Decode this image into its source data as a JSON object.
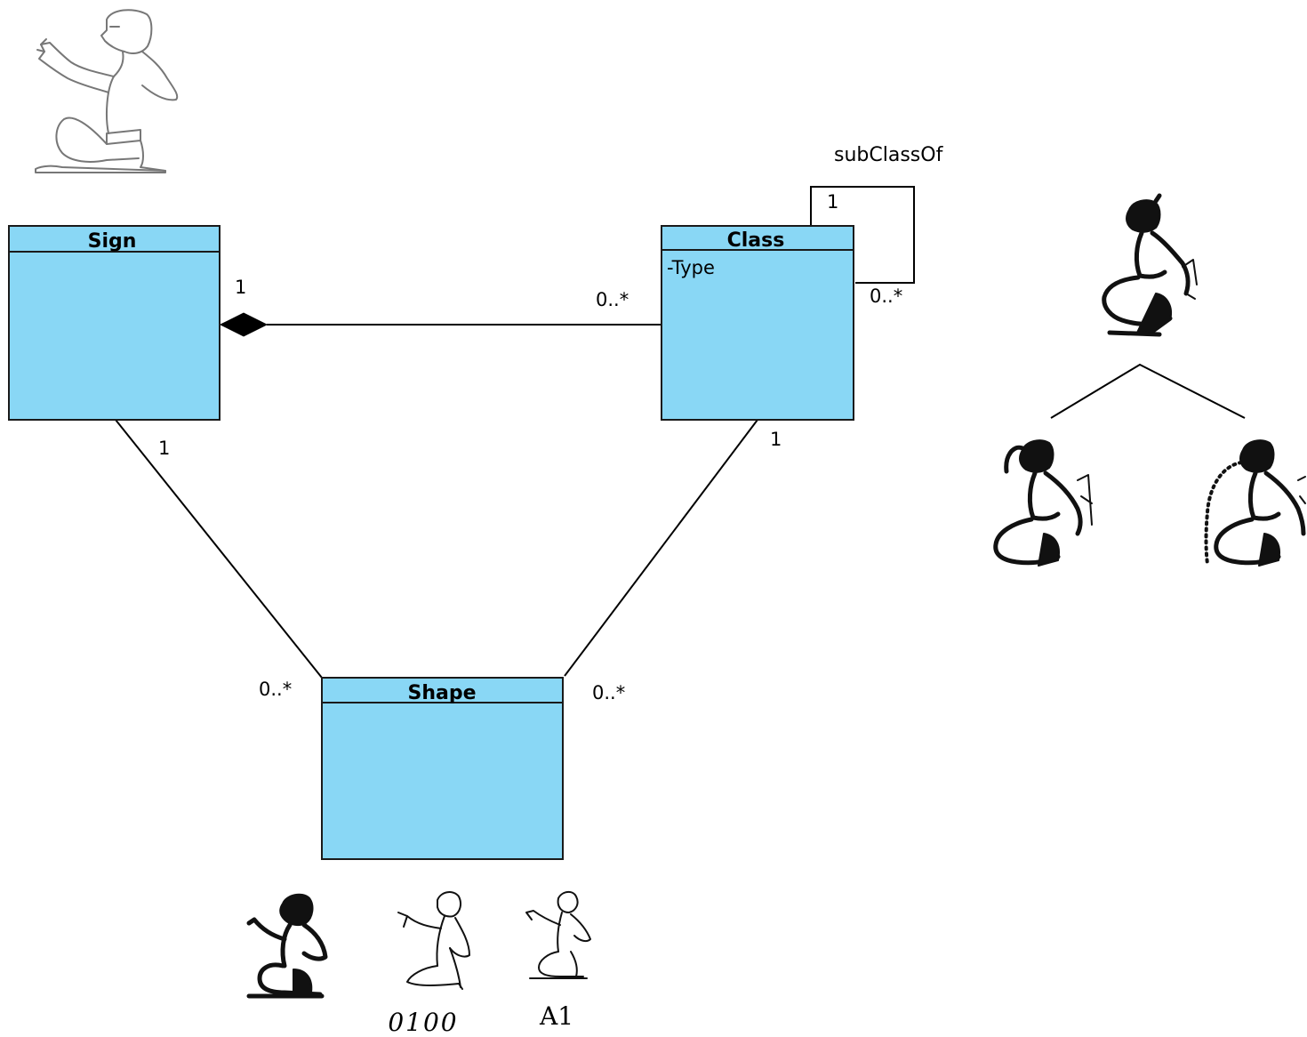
{
  "classes": {
    "sign": {
      "title": "Sign"
    },
    "class": {
      "title": "Class",
      "attribute": "-Type"
    },
    "shape": {
      "title": "Shape"
    }
  },
  "associations": {
    "sign_class": {
      "sign_end": "1",
      "class_end": "0..*",
      "kind": "composition"
    },
    "sign_shape": {
      "sign_end": "1",
      "shape_end": "0..*"
    },
    "class_shape": {
      "class_end": "1",
      "shape_end": "0..*"
    },
    "subclass": {
      "label": "subClassOf",
      "start": "1",
      "end": "0..*"
    }
  },
  "shape_examples": {
    "code_handwritten": "0100",
    "code_gardiner": "A1"
  },
  "colors": {
    "class_fill": "#89d7f5",
    "stroke": "#000000"
  },
  "icons": [
    "seated-man-outline-icon",
    "seated-man-silhouette-icon",
    "hieratic-figure-icon"
  ]
}
